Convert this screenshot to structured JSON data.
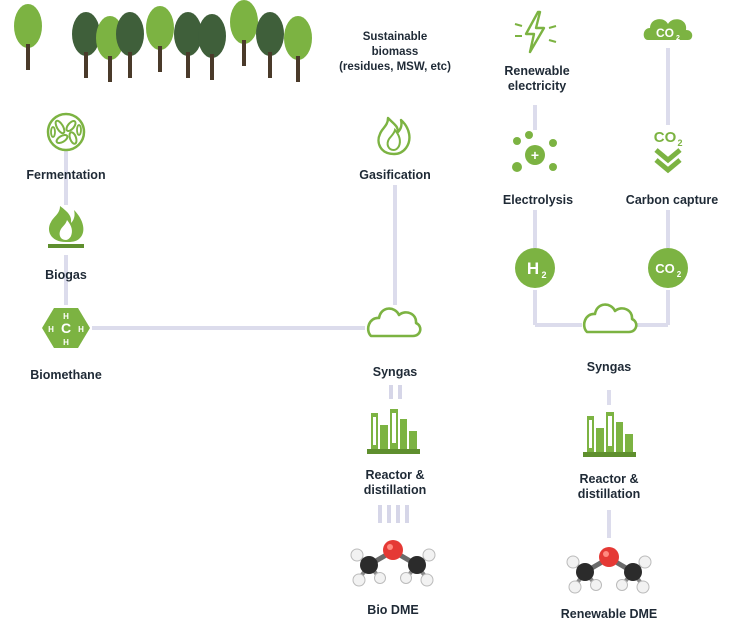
{
  "nodes": {
    "biomass": {
      "line1": "Sustainable",
      "line2": "biomass",
      "line3": "(residues, MSW, etc)"
    },
    "fermentation": "Fermentation",
    "biogas": "Biogas",
    "biomethane": "Biomethane",
    "gasification": "Gasification",
    "syngas_left": "Syngas",
    "reactor_left": {
      "line1": "Reactor &",
      "line2": "distillation"
    },
    "bio_dme": "Bio DME",
    "renewable_electricity": {
      "line1": "Renewable",
      "line2": "electricity"
    },
    "electrolysis": "Electrolysis",
    "carbon_capture": "Carbon capture",
    "syngas_right": "Syngas",
    "reactor_right": {
      "line1": "Reactor &",
      "line2": "distillation"
    },
    "renewable_dme": "Renewable DME"
  },
  "icon_text": {
    "co2_main": "CO",
    "co2_sub": "2",
    "h2_main": "H",
    "h2_sub": "2",
    "methane_c": "C",
    "methane_h": "H"
  },
  "icons": [
    "tree-icon",
    "bacteria-icon",
    "flame-icon",
    "methane-molecule-icon",
    "cloud-icon",
    "factory-icon",
    "dme-molecule-icon",
    "lightning-icon",
    "co2-bubble-icon",
    "electrolysis-icon",
    "chevron-down-icon",
    "h2-bubble-icon"
  ],
  "colors": {
    "accent_green": "#7cb342",
    "dark_green": "#5f8f2e",
    "tree_dark": "#3f5f3a",
    "connector": "#dcdcec",
    "text": "#1f2a36",
    "molecule_red": "#e53935",
    "molecule_dark": "#2b2b2b"
  }
}
